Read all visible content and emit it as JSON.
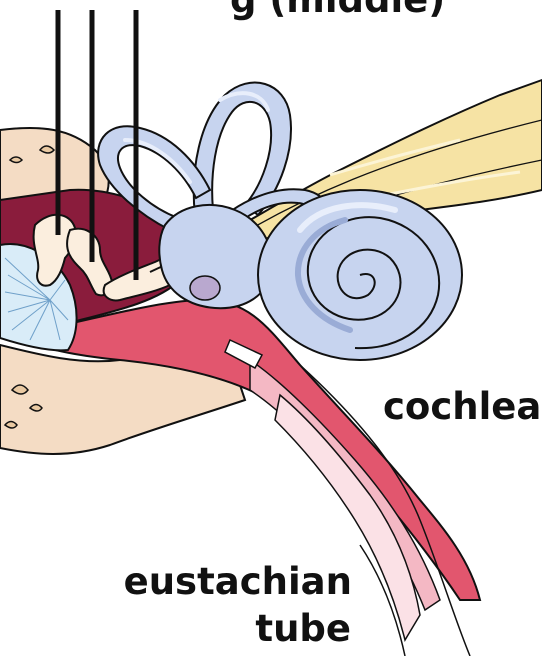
{
  "labels": {
    "top": "g (middle)",
    "cochlea": "cochlea",
    "eustachian_line1": "eustachian",
    "eustachian_line2": "tube"
  },
  "colors": {
    "outline": "#111111",
    "skin": "#f4dcc4",
    "bone_light": "#fbeede",
    "cavity_dark": "#8a1c3c",
    "tube_red": "#e2566e",
    "tube_pink": "#f4b8c4",
    "tube_pale": "#fbe1e6",
    "labyrinth": "#c7d4ef",
    "labyrinth_light": "#e8eefb",
    "labyrinth_dark": "#9aacd6",
    "nerve": "#f6e3a4",
    "nerve_light": "#fcf4d6",
    "eardrum": "#d9ecf8",
    "oval_window": "#b9a8cf"
  }
}
